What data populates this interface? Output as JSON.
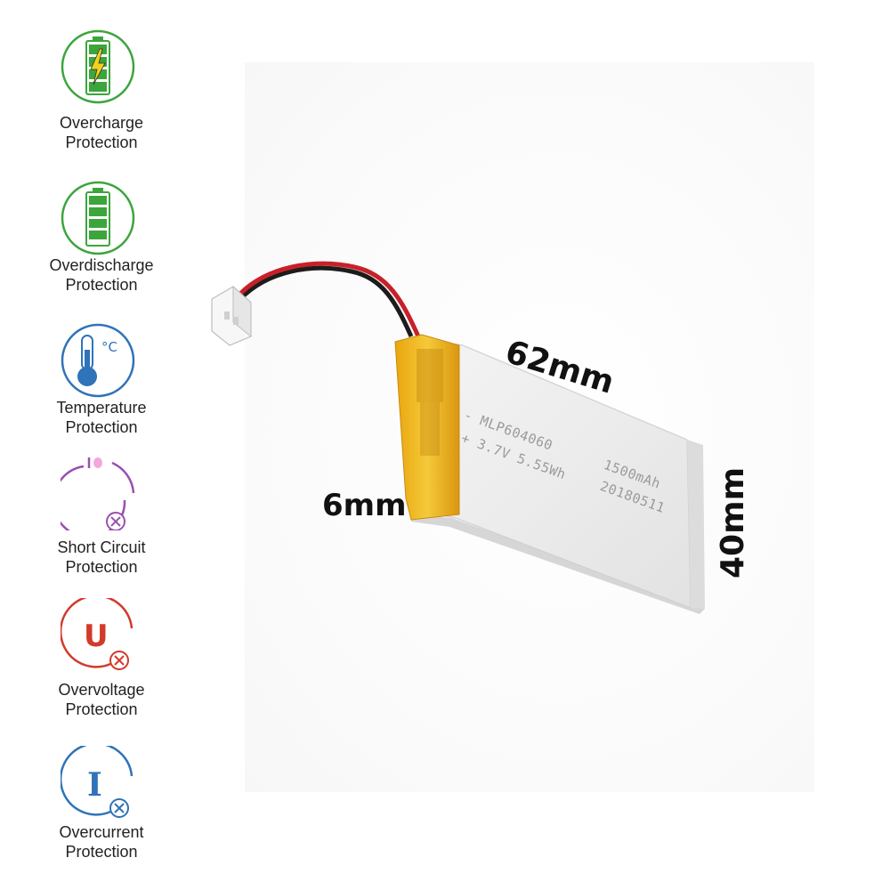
{
  "features": [
    {
      "line1": "Overcharge",
      "line2": "Protection",
      "icon": "battery-bolt-icon",
      "color": "#3ca53c"
    },
    {
      "line1": "Overdischarge",
      "line2": "Protection",
      "icon": "battery-full-icon",
      "color": "#3ca53c"
    },
    {
      "line1": "Temperature",
      "line2": "Protection",
      "icon": "thermometer-icon",
      "color": "#2f73b8"
    },
    {
      "line1": "Short Circuit",
      "line2": "Protection",
      "icon": "short-circuit-icon",
      "color": "#9a4fb0"
    },
    {
      "line1": "Overvoltage",
      "line2": "Protection",
      "icon": "voltage-u-icon",
      "color": "#d23a2a"
    },
    {
      "line1": "Overcurrent",
      "line2": "Protection",
      "icon": "current-i-icon",
      "color": "#2f73b8"
    }
  ],
  "icon_glyphs": {
    "celsius": "°C",
    "voltage": "U",
    "current": "I"
  },
  "dimensions": {
    "length": "62mm",
    "thickness": "6mm",
    "width": "40mm"
  },
  "battery_print": {
    "model": "- MLP604060",
    "spec": "+ 3.7V 5.55Wh",
    "capacity": "1500mAh",
    "date": "20180511"
  }
}
